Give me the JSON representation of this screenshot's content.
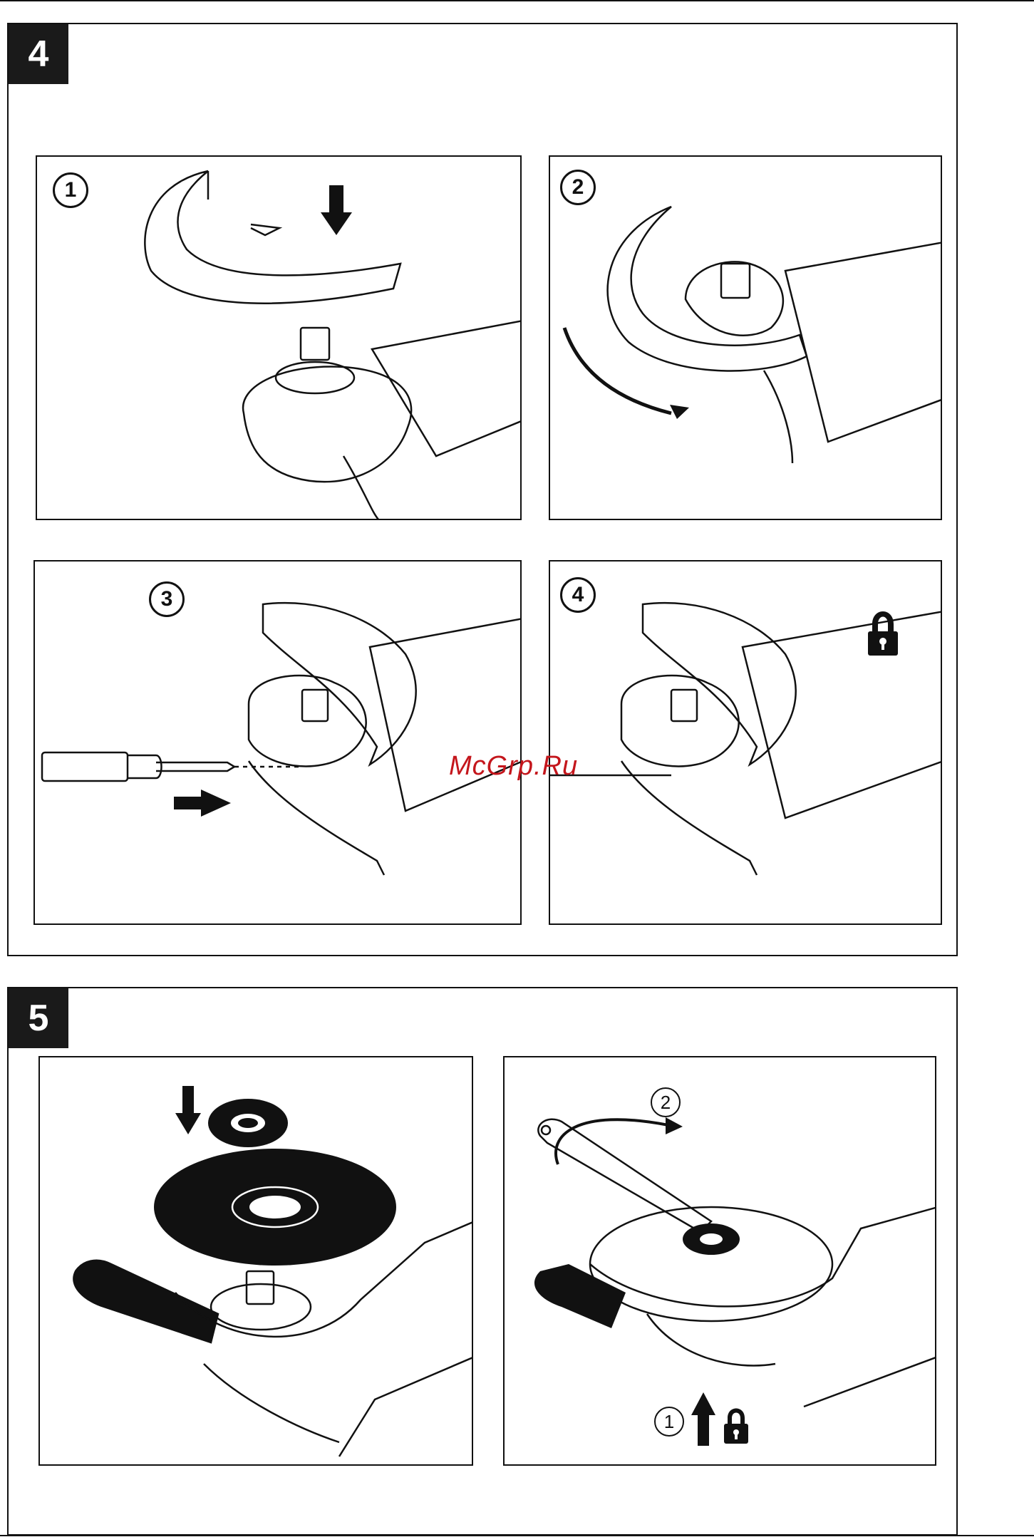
{
  "sections": [
    {
      "number": "4",
      "panels": [
        {
          "step": "1",
          "icons": [
            "protective-guard",
            "down-arrow",
            "grinder-head"
          ]
        },
        {
          "step": "2",
          "icons": [
            "protective-guard",
            "rotation-arrow",
            "grinder-head"
          ]
        },
        {
          "step": "3",
          "icons": [
            "screwdriver",
            "right-arrow",
            "grinder-head"
          ]
        },
        {
          "step": "4",
          "icons": [
            "lock-icon",
            "grinder-head"
          ]
        }
      ]
    },
    {
      "number": "5",
      "panels": [
        {
          "icons": [
            "clamping-nut",
            "grinding-disc",
            "down-arrow",
            "grinder-with-handle"
          ]
        },
        {
          "steps": [
            "1",
            "2"
          ],
          "icons": [
            "spanner",
            "rotation-arrow",
            "up-arrow",
            "lock-icon"
          ]
        }
      ]
    }
  ],
  "watermark": "McGrp.Ru",
  "colors": {
    "ink": "#111111",
    "badge": "#1a1a1a",
    "watermark": "#c4161c"
  }
}
